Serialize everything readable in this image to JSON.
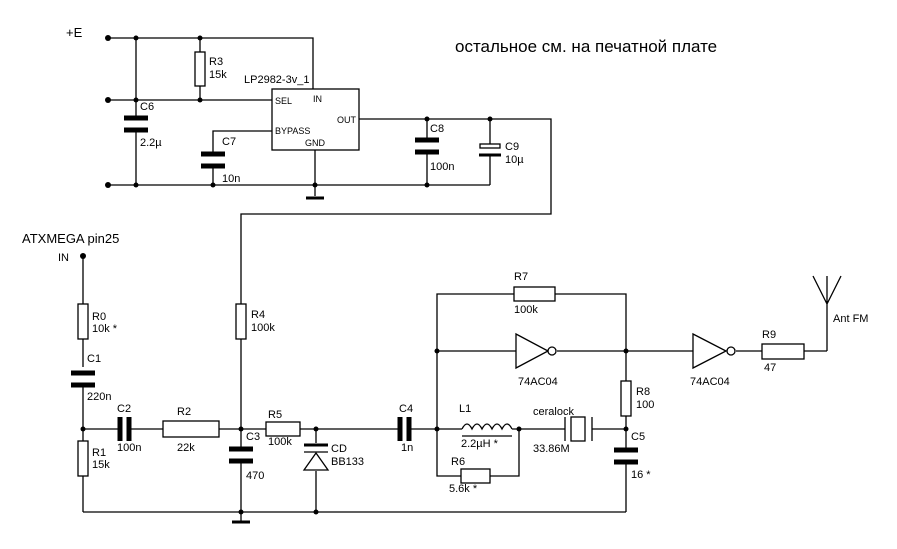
{
  "header_note": "остальное см. на печатной плате",
  "supply_label": "+E",
  "input": {
    "title": "ATXMEGA pin25",
    "pin": "IN"
  },
  "regulator": {
    "name": "LP2982-3v_1",
    "pins": {
      "sel": "SEL",
      "in": "IN",
      "out": "OUT",
      "bypass": "BYPASS",
      "gnd": "GND"
    }
  },
  "components": {
    "R0": {
      "ref": "R0",
      "value": "10k *"
    },
    "R1": {
      "ref": "R1",
      "value": "15k"
    },
    "R2": {
      "ref": "R2",
      "value": "22k"
    },
    "R3": {
      "ref": "R3",
      "value": "15k"
    },
    "R4": {
      "ref": "R4",
      "value": "100k"
    },
    "R5": {
      "ref": "R5",
      "value": "100k"
    },
    "R6": {
      "ref": "R6",
      "value": "5.6k *"
    },
    "R7": {
      "ref": "R7",
      "value": "100k"
    },
    "R8": {
      "ref": "R8",
      "value": "100"
    },
    "R9": {
      "ref": "R9",
      "value": "47"
    },
    "C1": {
      "ref": "C1",
      "value": "220n"
    },
    "C2": {
      "ref": "C2",
      "value": "100n"
    },
    "C3": {
      "ref": "C3",
      "value": "470"
    },
    "C4": {
      "ref": "C4",
      "value": "1n"
    },
    "C5": {
      "ref": "C5",
      "value": "16 *"
    },
    "C6": {
      "ref": "C6",
      "value": "2.2µ"
    },
    "C7": {
      "ref": "C7",
      "value": "10n"
    },
    "C8": {
      "ref": "C8",
      "value": "100n"
    },
    "C9": {
      "ref": "C9",
      "value": "10µ"
    },
    "L1": {
      "ref": "L1",
      "value": "2.2µH *"
    },
    "CD": {
      "ref": "CD",
      "value": "BB133"
    },
    "X1": {
      "ref": "ceralock",
      "value": "33.86M"
    },
    "U1": {
      "value": "74AC04"
    },
    "U2": {
      "value": "74AC04"
    }
  },
  "antenna_label": "Ant FM"
}
